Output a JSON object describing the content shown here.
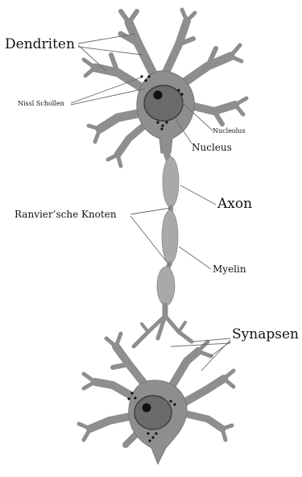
{
  "labels": {
    "dendriten": "Dendriten",
    "nissl": "Nissl Schollen",
    "nucleolus": "Nucleolus",
    "nucleus": "Nucleus",
    "axon": "Axon",
    "ranvier": "Ranvier’sche Knoten",
    "myelin": "Myelin",
    "synapsen": "Synapsen"
  },
  "colors": {
    "cell_body": "#8e8e8e",
    "nucleus": "#5f5f5f",
    "nucleolus": "#111111",
    "myelin": "#a9a9a9",
    "leader_line": "#6a6a6a"
  }
}
